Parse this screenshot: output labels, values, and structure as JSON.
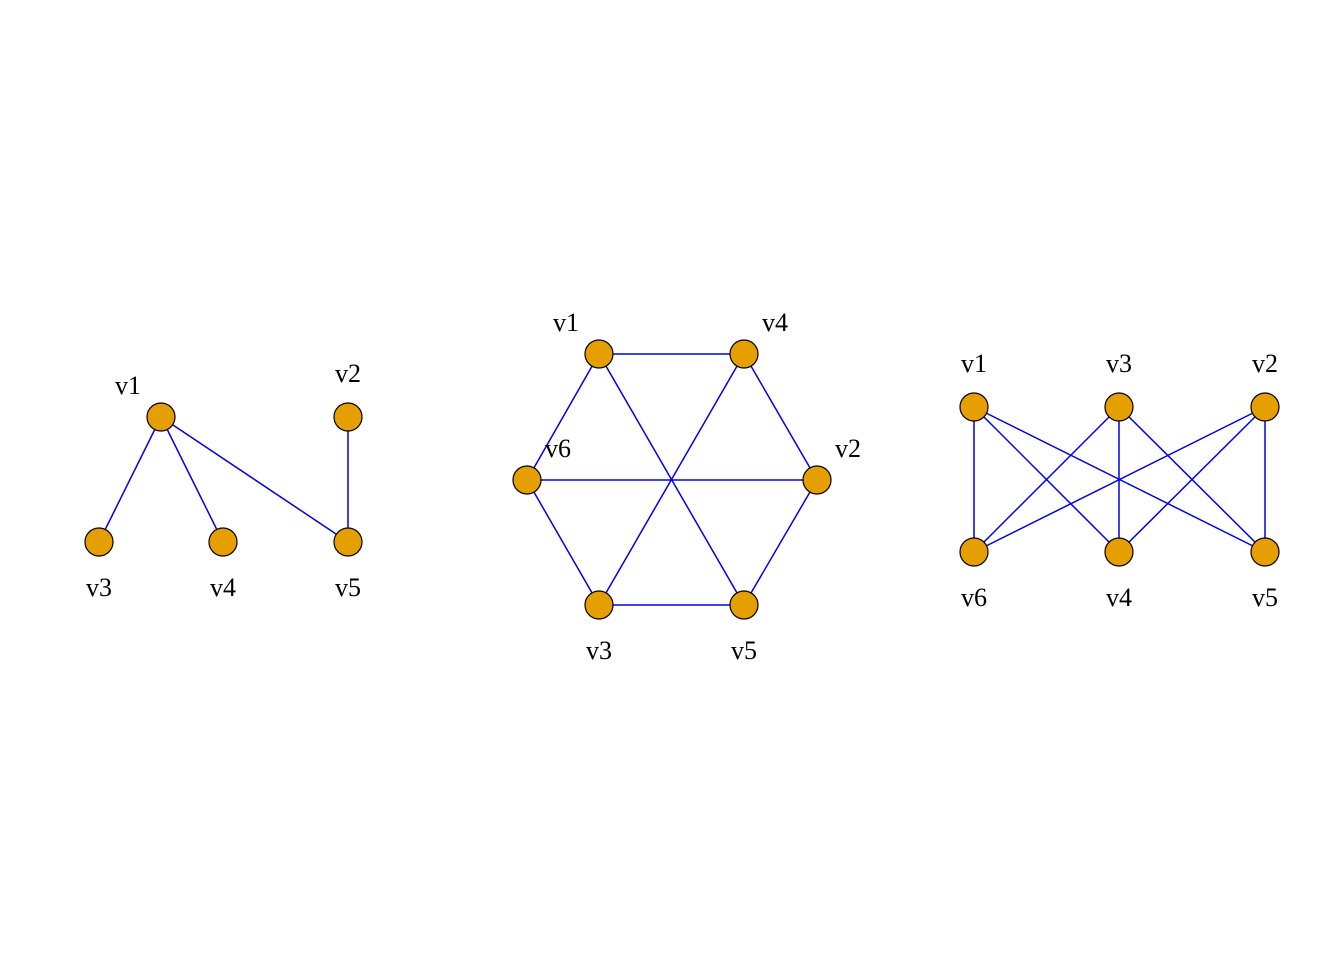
{
  "colors": {
    "background": "#ffffff",
    "node_fill": "#E69F00",
    "node_stroke": "#000000",
    "edge": "#0000EE",
    "label": "#000000"
  },
  "graphs": [
    {
      "nodes": [
        {
          "id": "v1",
          "label": "v1"
        },
        {
          "id": "v2",
          "label": "v2"
        },
        {
          "id": "v3",
          "label": "v3"
        },
        {
          "id": "v4",
          "label": "v4"
        },
        {
          "id": "v5",
          "label": "v5"
        }
      ],
      "edges": [
        [
          "v1",
          "v3"
        ],
        [
          "v1",
          "v4"
        ],
        [
          "v1",
          "v5"
        ],
        [
          "v2",
          "v5"
        ]
      ]
    },
    {
      "nodes": [
        {
          "id": "v1",
          "label": "v1"
        },
        {
          "id": "v2",
          "label": "v2"
        },
        {
          "id": "v3",
          "label": "v3"
        },
        {
          "id": "v4",
          "label": "v4"
        },
        {
          "id": "v5",
          "label": "v5"
        },
        {
          "id": "v6",
          "label": "v6"
        }
      ],
      "edges": [
        [
          "v1",
          "v4"
        ],
        [
          "v1",
          "v6"
        ],
        [
          "v1",
          "v5"
        ],
        [
          "v4",
          "v2"
        ],
        [
          "v4",
          "v3"
        ],
        [
          "v6",
          "v2"
        ],
        [
          "v6",
          "v3"
        ],
        [
          "v2",
          "v5"
        ],
        [
          "v3",
          "v5"
        ]
      ]
    },
    {
      "nodes": [
        {
          "id": "v1",
          "label": "v1"
        },
        {
          "id": "v2",
          "label": "v2"
        },
        {
          "id": "v3",
          "label": "v3"
        },
        {
          "id": "v4",
          "label": "v4"
        },
        {
          "id": "v5",
          "label": "v5"
        },
        {
          "id": "v6",
          "label": "v6"
        }
      ],
      "edges": [
        [
          "v1",
          "v6"
        ],
        [
          "v1",
          "v4"
        ],
        [
          "v1",
          "v5"
        ],
        [
          "v3",
          "v6"
        ],
        [
          "v3",
          "v4"
        ],
        [
          "v3",
          "v5"
        ],
        [
          "v2",
          "v6"
        ],
        [
          "v2",
          "v4"
        ],
        [
          "v2",
          "v5"
        ]
      ]
    }
  ]
}
